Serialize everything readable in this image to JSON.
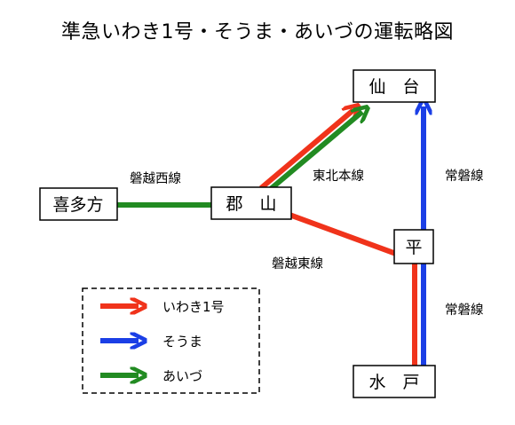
{
  "title": "準急いわき1号・そうま・あいづの運転略図",
  "stations": {
    "sendai": "仙　台",
    "koriyama": "郡　山",
    "kitakata": "喜多方",
    "taira": "平",
    "mito": "水　戸"
  },
  "lines": {
    "banetsu_west": "磐越西線",
    "tohoku_main": "東北本線",
    "joban_upper": "常磐線",
    "banetsu_east": "磐越東線",
    "joban_lower": "常磐線"
  },
  "legend": {
    "items": [
      {
        "label": "いわき1号",
        "color": "#f0331b"
      },
      {
        "label": "そうま",
        "color": "#1b3fe6"
      },
      {
        "label": "あいづ",
        "color": "#228b22"
      }
    ]
  },
  "colors": {
    "iwaki": "#f0331b",
    "souma": "#1b3fe6",
    "aizu": "#228b22"
  }
}
